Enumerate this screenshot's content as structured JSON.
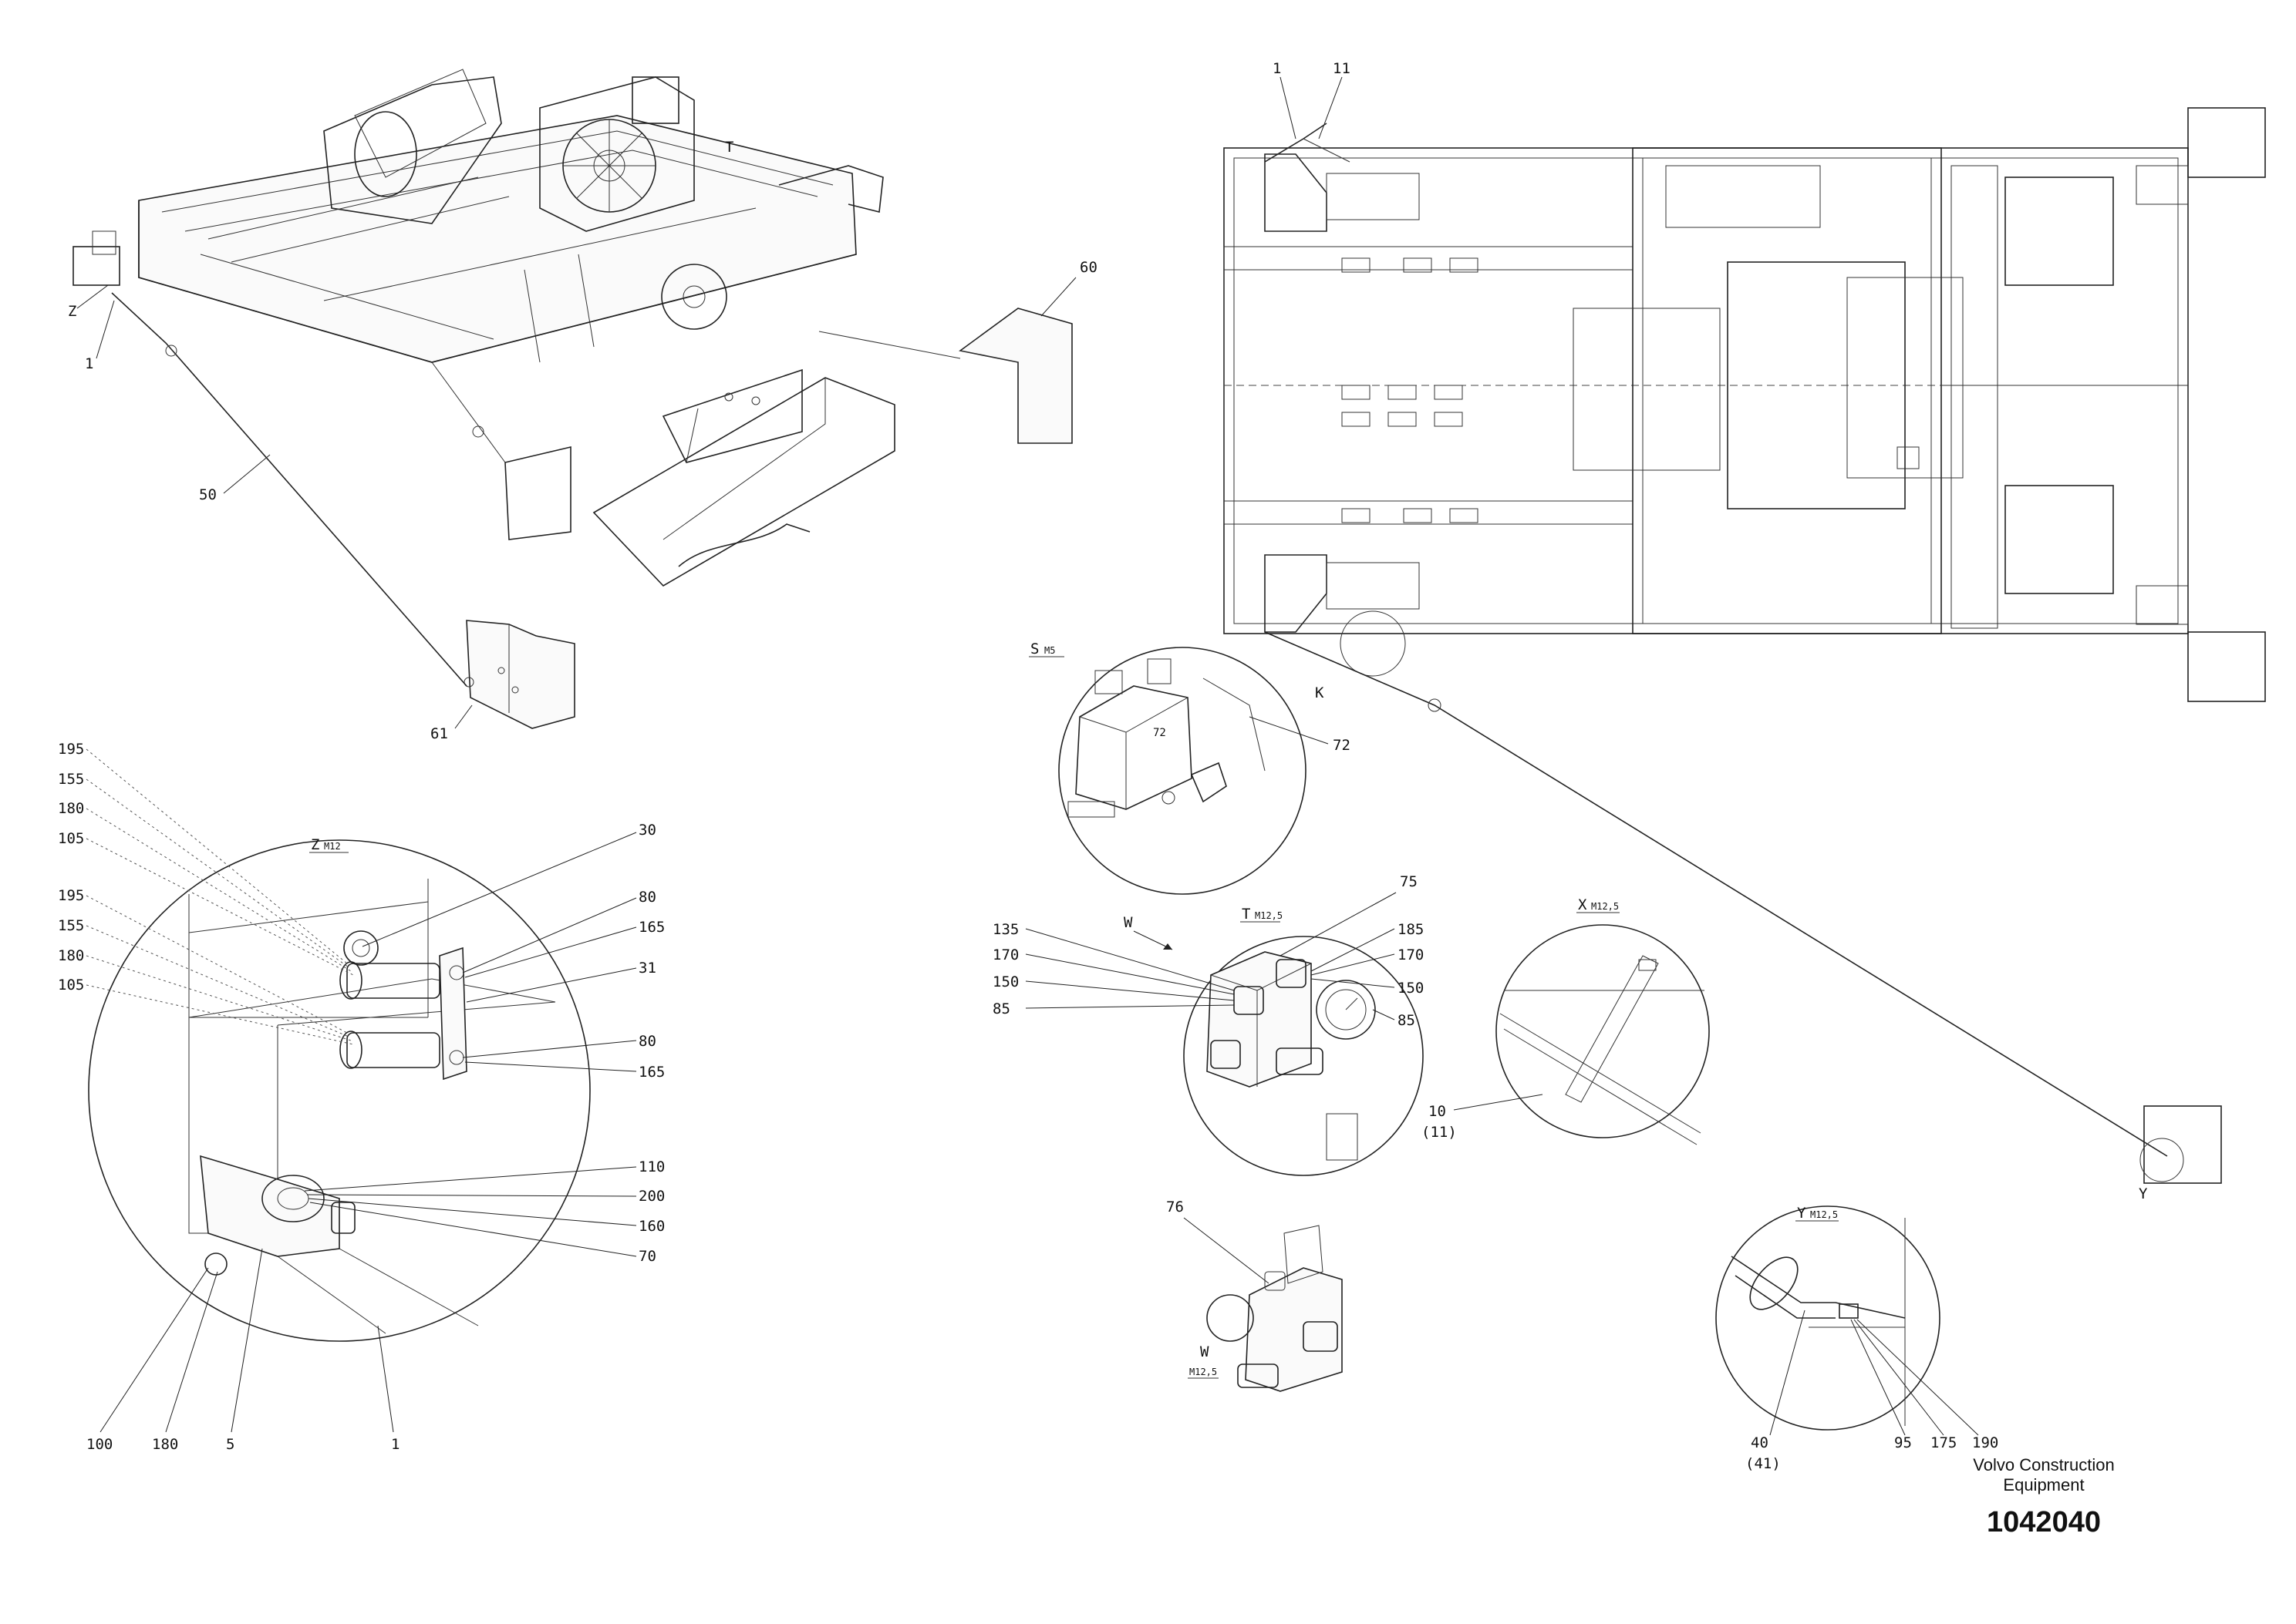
{
  "title_block": {
    "company_line1": "Volvo Construction",
    "company_line2": "Equipment",
    "drawing_number": "1042040"
  },
  "views": {
    "s": {
      "letter": "S",
      "scale": "M5"
    },
    "t": {
      "letter": "T",
      "scale": "M12,5"
    },
    "x": {
      "letter": "X",
      "scale": "M12,5"
    },
    "y": {
      "letter": "Y",
      "scale": "M12,5"
    },
    "z": {
      "letter": "Z",
      "scale": "M12"
    },
    "w": {
      "letter": "W",
      "scale": "M12,5"
    }
  },
  "marker_letters": {
    "z": "Z",
    "t": "T",
    "k": "K",
    "y": "Y",
    "w": "W"
  },
  "callouts": {
    "iso": {
      "n1": "1",
      "n50": "50",
      "n60": "60",
      "n61": "61"
    },
    "plan": {
      "n1": "1",
      "n11": "11",
      "n72": "72"
    },
    "z_view": [
      "195",
      "155",
      "180",
      "105",
      "195",
      "155",
      "180",
      "105",
      "30",
      "80",
      "165",
      "31",
      "80",
      "165",
      "110",
      "200",
      "160",
      "70",
      "100",
      "180",
      "5",
      "1"
    ],
    "t_view": [
      "75",
      "135",
      "170",
      "150",
      "85",
      "185",
      "170",
      "150",
      "85"
    ],
    "x_view": [
      "10",
      "(11)"
    ],
    "y_view": [
      "40",
      "(41)",
      "95",
      "175",
      "190"
    ],
    "w_view": [
      "76"
    ]
  },
  "icons": [
    "iso-frame-drawing",
    "plan-view-drawing",
    "hydraulic-block-drawing",
    "quick-coupling-drawing",
    "pressure-gauge-drawing"
  ]
}
